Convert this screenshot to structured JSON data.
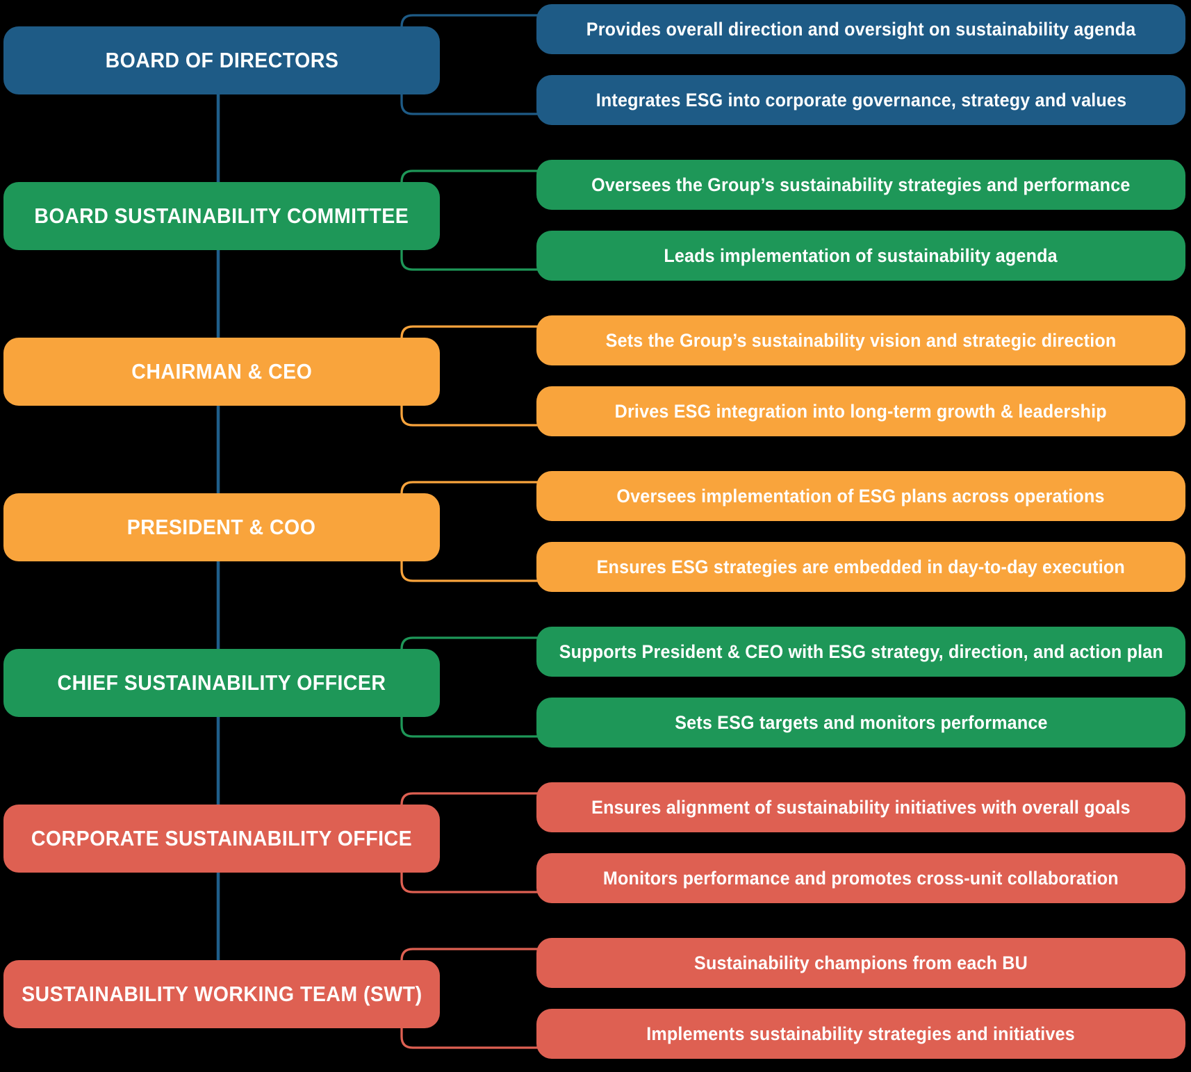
{
  "diagram": {
    "background": "#000000",
    "text_color": "#ffffff",
    "spine_color": "#1F5E8A",
    "groups": [
      {
        "label": "BOARD OF DIRECTORS",
        "color": "#1E5B86",
        "items": [
          "Provides overall direction and oversight on sustainability agenda",
          "Integrates ESG into corporate governance, strategy and values"
        ]
      },
      {
        "label": "BOARD SUSTAINABILITY COMMITTEE",
        "color": "#1E9758",
        "items": [
          "Oversees the Group’s sustainability strategies and performance",
          "Leads implementation of sustainability agenda"
        ]
      },
      {
        "label": "CHAIRMAN & CEO",
        "color": "#F9A43C",
        "items": [
          "Sets the Group’s sustainability vision and strategic direction",
          "Drives ESG integration into long-term growth & leadership"
        ]
      },
      {
        "label": "PRESIDENT & COO",
        "color": "#F9A43C",
        "items": [
          "Oversees implementation of ESG plans across operations",
          "Ensures ESG strategies are embedded in day-to-day execution"
        ]
      },
      {
        "label": "CHIEF SUSTAINABILITY OFFICER",
        "color": "#1E9758",
        "items": [
          "Supports President & CEO with ESG strategy, direction, and action plan",
          "Sets ESG targets and monitors performance"
        ]
      },
      {
        "label": "CORPORATE SUSTAINABILITY OFFICE",
        "color": "#DE6052",
        "items": [
          "Ensures alignment of sustainability initiatives with overall goals",
          "Monitors performance and promotes cross-unit collaboration"
        ]
      },
      {
        "label": "SUSTAINABILITY WORKING TEAM (SWT)",
        "color": "#DE6052",
        "items": [
          "Sustainability champions from each BU",
          "Implements sustainability strategies and initiatives"
        ]
      }
    ]
  }
}
